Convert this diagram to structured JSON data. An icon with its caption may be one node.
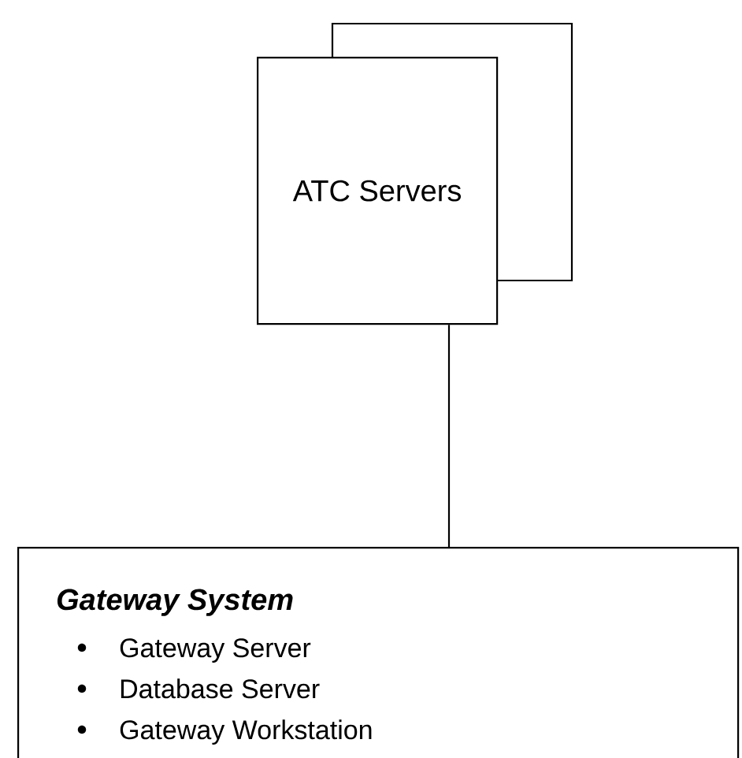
{
  "diagram": {
    "nodes": [
      {
        "text": [
          "ATC Servers"
        ]
      },
      {
        "text": [
          "Gateway System",
          "Gateway Server",
          "Database Server",
          "Gateway Workstation"
        ]
      }
    ],
    "edges": [
      {
        "from": 0,
        "to": 1,
        "arrow": "none"
      }
    ]
  }
}
